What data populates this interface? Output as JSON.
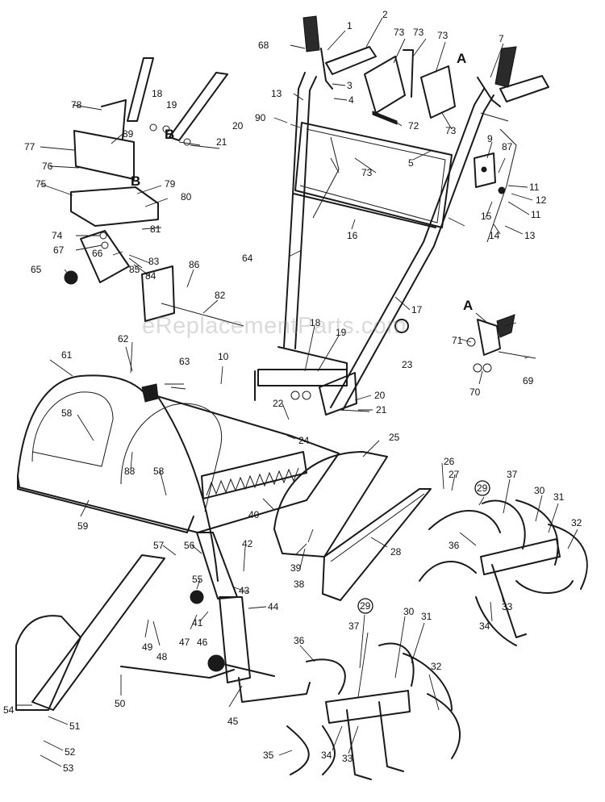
{
  "watermark": "eReplacementParts.com",
  "callouts": [
    {
      "id": "c1",
      "text": "1"
    },
    {
      "id": "c2",
      "text": "2"
    },
    {
      "id": "c3",
      "text": "3"
    },
    {
      "id": "c4",
      "text": "4"
    },
    {
      "id": "c5",
      "text": "5"
    },
    {
      "id": "c7",
      "text": "7"
    },
    {
      "id": "c9",
      "text": "9"
    },
    {
      "id": "c10",
      "text": "10"
    },
    {
      "id": "c11a",
      "text": "11"
    },
    {
      "id": "c11b",
      "text": "11"
    },
    {
      "id": "c12",
      "text": "12"
    },
    {
      "id": "c13a",
      "text": "13"
    },
    {
      "id": "c13b",
      "text": "13"
    },
    {
      "id": "c14",
      "text": "14"
    },
    {
      "id": "c15",
      "text": "15"
    },
    {
      "id": "c16",
      "text": "16"
    },
    {
      "id": "c17",
      "text": "17"
    },
    {
      "id": "c18a",
      "text": "18"
    },
    {
      "id": "c18b",
      "text": "18"
    },
    {
      "id": "c19a",
      "text": "19"
    },
    {
      "id": "c19b",
      "text": "19"
    },
    {
      "id": "c20a",
      "text": "20"
    },
    {
      "id": "c20b",
      "text": "20"
    },
    {
      "id": "c21a",
      "text": "21"
    },
    {
      "id": "c21b",
      "text": "21"
    },
    {
      "id": "c22",
      "text": "22"
    },
    {
      "id": "c23",
      "text": "23"
    },
    {
      "id": "c24",
      "text": "24"
    },
    {
      "id": "c25",
      "text": "25"
    },
    {
      "id": "c26",
      "text": "26"
    },
    {
      "id": "c27",
      "text": "27"
    },
    {
      "id": "c28",
      "text": "28"
    },
    {
      "id": "c29a",
      "text": "29"
    },
    {
      "id": "c29b",
      "text": "29"
    },
    {
      "id": "c30a",
      "text": "30"
    },
    {
      "id": "c30b",
      "text": "30"
    },
    {
      "id": "c31a",
      "text": "31"
    },
    {
      "id": "c31b",
      "text": "31"
    },
    {
      "id": "c32a",
      "text": "32"
    },
    {
      "id": "c32b",
      "text": "32"
    },
    {
      "id": "c33a",
      "text": "33"
    },
    {
      "id": "c33b",
      "text": "33"
    },
    {
      "id": "c34a",
      "text": "34"
    },
    {
      "id": "c34b",
      "text": "34"
    },
    {
      "id": "c35",
      "text": "35"
    },
    {
      "id": "c36a",
      "text": "36"
    },
    {
      "id": "c36b",
      "text": "36"
    },
    {
      "id": "c37a",
      "text": "37"
    },
    {
      "id": "c37b",
      "text": "37"
    },
    {
      "id": "c38",
      "text": "38"
    },
    {
      "id": "c39",
      "text": "39"
    },
    {
      "id": "c40",
      "text": "40"
    },
    {
      "id": "c41",
      "text": "41"
    },
    {
      "id": "c42",
      "text": "42"
    },
    {
      "id": "c43",
      "text": "43"
    },
    {
      "id": "c44",
      "text": "44"
    },
    {
      "id": "c45",
      "text": "45"
    },
    {
      "id": "c46",
      "text": "46"
    },
    {
      "id": "c47",
      "text": "47"
    },
    {
      "id": "c48",
      "text": "48"
    },
    {
      "id": "c49",
      "text": "49"
    },
    {
      "id": "c50",
      "text": "50"
    },
    {
      "id": "c51",
      "text": "51"
    },
    {
      "id": "c52",
      "text": "52"
    },
    {
      "id": "c53",
      "text": "53"
    },
    {
      "id": "c54",
      "text": "54"
    },
    {
      "id": "c55",
      "text": "55"
    },
    {
      "id": "c56",
      "text": "56"
    },
    {
      "id": "c57",
      "text": "57"
    },
    {
      "id": "c58a",
      "text": "58"
    },
    {
      "id": "c58b",
      "text": "58"
    },
    {
      "id": "c59",
      "text": "59"
    },
    {
      "id": "c61",
      "text": "61"
    },
    {
      "id": "c62",
      "text": "62"
    },
    {
      "id": "c63",
      "text": "63"
    },
    {
      "id": "c64",
      "text": "64"
    },
    {
      "id": "c65",
      "text": "65"
    },
    {
      "id": "c66",
      "text": "66"
    },
    {
      "id": "c67",
      "text": "67"
    },
    {
      "id": "c68",
      "text": "68"
    },
    {
      "id": "c69",
      "text": "69"
    },
    {
      "id": "c70",
      "text": "70"
    },
    {
      "id": "c71",
      "text": "71"
    },
    {
      "id": "c72",
      "text": "72"
    },
    {
      "id": "c73a",
      "text": "73"
    },
    {
      "id": "c73b",
      "text": "73"
    },
    {
      "id": "c73c",
      "text": "73"
    },
    {
      "id": "c73d",
      "text": "73"
    },
    {
      "id": "c73e",
      "text": "73"
    },
    {
      "id": "c74",
      "text": "74"
    },
    {
      "id": "c75",
      "text": "75"
    },
    {
      "id": "c76",
      "text": "76"
    },
    {
      "id": "c77",
      "text": "77"
    },
    {
      "id": "c78",
      "text": "78"
    },
    {
      "id": "c79",
      "text": "79"
    },
    {
      "id": "c80",
      "text": "80"
    },
    {
      "id": "c81",
      "text": "81"
    },
    {
      "id": "c82",
      "text": "82"
    },
    {
      "id": "c83",
      "text": "83"
    },
    {
      "id": "c84",
      "text": "84"
    },
    {
      "id": "c85",
      "text": "85"
    },
    {
      "id": "c86",
      "text": "86"
    },
    {
      "id": "c87",
      "text": "87"
    },
    {
      "id": "c88",
      "text": "88"
    },
    {
      "id": "c89",
      "text": "89"
    },
    {
      "id": "c90",
      "text": "90"
    }
  ],
  "view_markers": [
    {
      "id": "markA1",
      "text": "A"
    },
    {
      "id": "markA2",
      "text": "A"
    },
    {
      "id": "markB1",
      "text": "B"
    },
    {
      "id": "markB2",
      "text": "B"
    }
  ]
}
